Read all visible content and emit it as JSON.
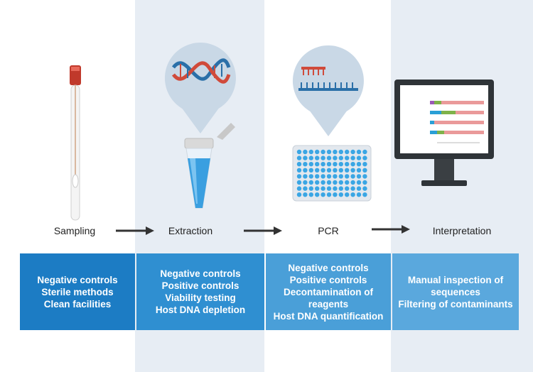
{
  "stages": [
    {
      "label": "Sampling",
      "items": [
        "Negative controls",
        "Sterile methods",
        "Clean facilities"
      ]
    },
    {
      "label": "Extraction",
      "items": [
        "Negative controls",
        "Positive controls",
        "Viability testing",
        "Host DNA depletion"
      ]
    },
    {
      "label": "PCR",
      "items": [
        "Negative controls",
        "Positive controls",
        "Decontamination of",
        "reagents",
        "Host DNA quantification"
      ]
    },
    {
      "label": "Interpretation",
      "items": [
        "Manual inspection of",
        "sequences",
        "Filtering of contaminants"
      ]
    }
  ],
  "colors": {
    "box1": "#1c7cc4",
    "box2": "#2f8fd1",
    "box3": "#4a9fd8",
    "box4": "#5aa8dd",
    "panel_shade": "#e8eef5",
    "arrow": "#333333"
  }
}
